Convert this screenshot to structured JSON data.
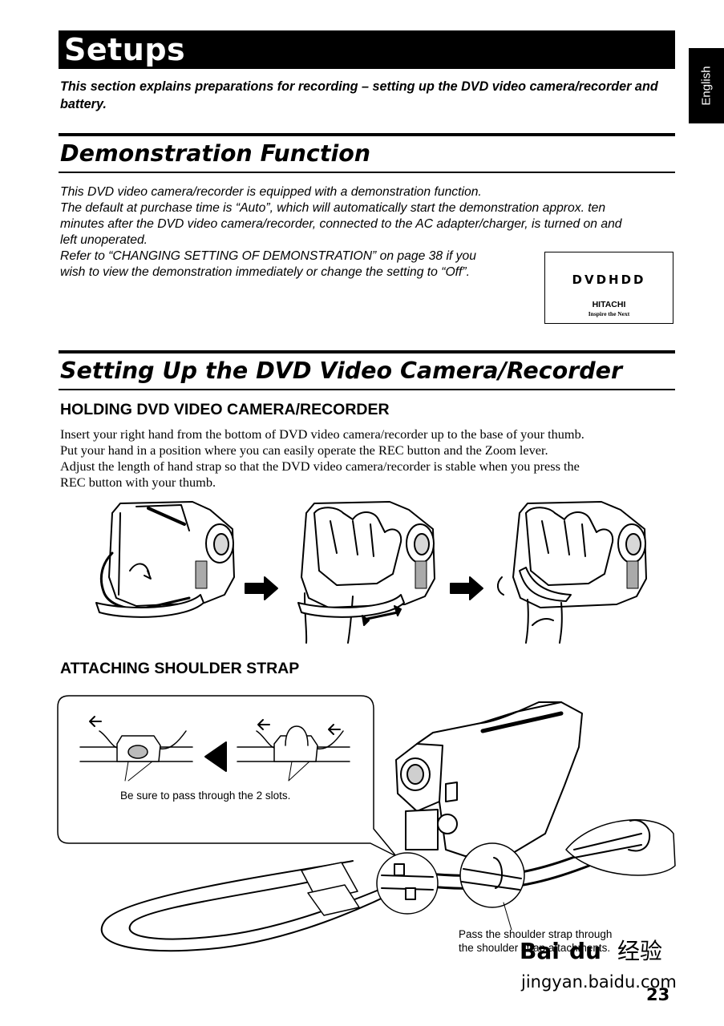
{
  "page": {
    "title": "Setups",
    "intro": "This section explains preparations for recording – setting up the DVD video camera/recorder and battery.",
    "language_tab": "English",
    "page_number": "23"
  },
  "demo": {
    "heading": "Demonstration Function",
    "lines": [
      "This DVD video camera/recorder is equipped with a demonstration function.",
      "The default at purchase time is  “Auto”, which will automatically start the demonstration approx. ten",
      "minutes after the DVD video camera/recorder, connected to the AC adapter/charger, is turned on and",
      "left unoperated.",
      "Refer to “CHANGING SETTING OF DEMONSTRATION” on page 38 if you",
      "wish to view the demonstration immediately or change the setting to “Off”."
    ],
    "logo": {
      "mark": "DVDHDD",
      "brand": "HITACHI",
      "tagline": "Inspire the Next"
    }
  },
  "setup": {
    "heading": "Setting Up the DVD Video Camera/Recorder",
    "holding": {
      "heading": "HOLDING DVD VIDEO CAMERA/RECORDER",
      "lines": [
        "Insert your right hand from the bottom of DVD video camera/recorder up to the base of your thumb.",
        "Put your hand in a position where you can easily operate the REC button and the Zoom lever.",
        "Adjust the length of hand strap so that the DVD video camera/recorder is stable when you press the",
        "REC button with your thumb."
      ]
    },
    "shoulder": {
      "heading": "ATTACHING SHOULDER STRAP",
      "slots_note": "Be sure to pass through the 2 slots.",
      "pass_note_1": "Pass the shoulder strap through",
      "pass_note_2": "the shoulder strap attachments."
    }
  },
  "watermark": {
    "brand": "Bai",
    "brand2": "du",
    "cn": "经验",
    "url": "jingyan.baidu.com"
  }
}
